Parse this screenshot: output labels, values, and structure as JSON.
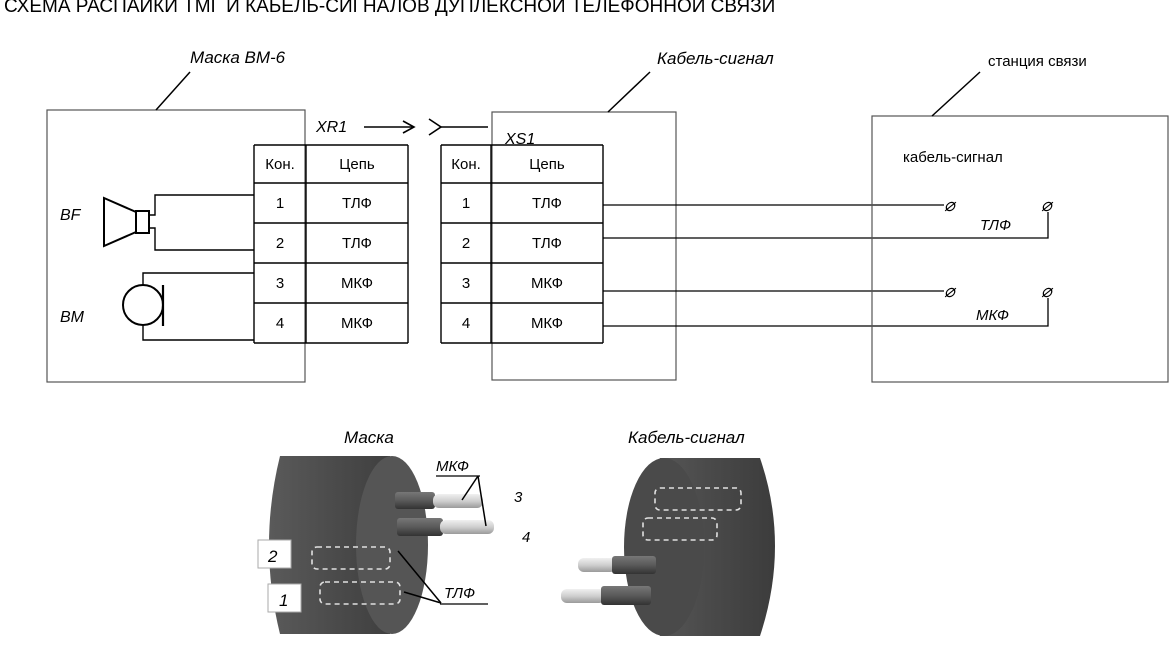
{
  "title": "СХЕМА РАСПАЙКИ ТМГ И КАБЕЛЬ-СИГНАЛОВ ДУПЛЕКСНОЙ ТЕЛЕФОННОЙ СВЯЗИ",
  "mask_block": {
    "caption": "Маска ВМ-6",
    "bf_label": "BF",
    "bm_label": "BM"
  },
  "cable_block": {
    "caption": "Кабель-сигнал"
  },
  "station_block": {
    "caption": "станция связи",
    "inner_label": "кабель-сигнал",
    "tlf_label": "ТЛФ",
    "mkf_label": "МКФ",
    "terminal_symbol": "⌀"
  },
  "connectors": {
    "xr1": "XR1",
    "xs1": "XS1"
  },
  "table": {
    "headers": [
      "Кон.",
      "Цепь"
    ],
    "rows": [
      [
        "1",
        "ТЛФ"
      ],
      [
        "2",
        "ТЛФ"
      ],
      [
        "3",
        "МКФ"
      ],
      [
        "4",
        "МКФ"
      ]
    ]
  },
  "bottom": {
    "mask_caption": "Маска",
    "cable_caption": "Кабель-сигнал",
    "mkf_label": "МКФ",
    "tlf_label": "ТЛФ",
    "pin3": "3",
    "pin4": "4",
    "pin2": "2",
    "pin1": "1"
  },
  "colors": {
    "plug_body": "#4d4d4d",
    "plug_dark": "#3a3a3a",
    "pin": "#d8d8d8",
    "line": "#000000"
  }
}
